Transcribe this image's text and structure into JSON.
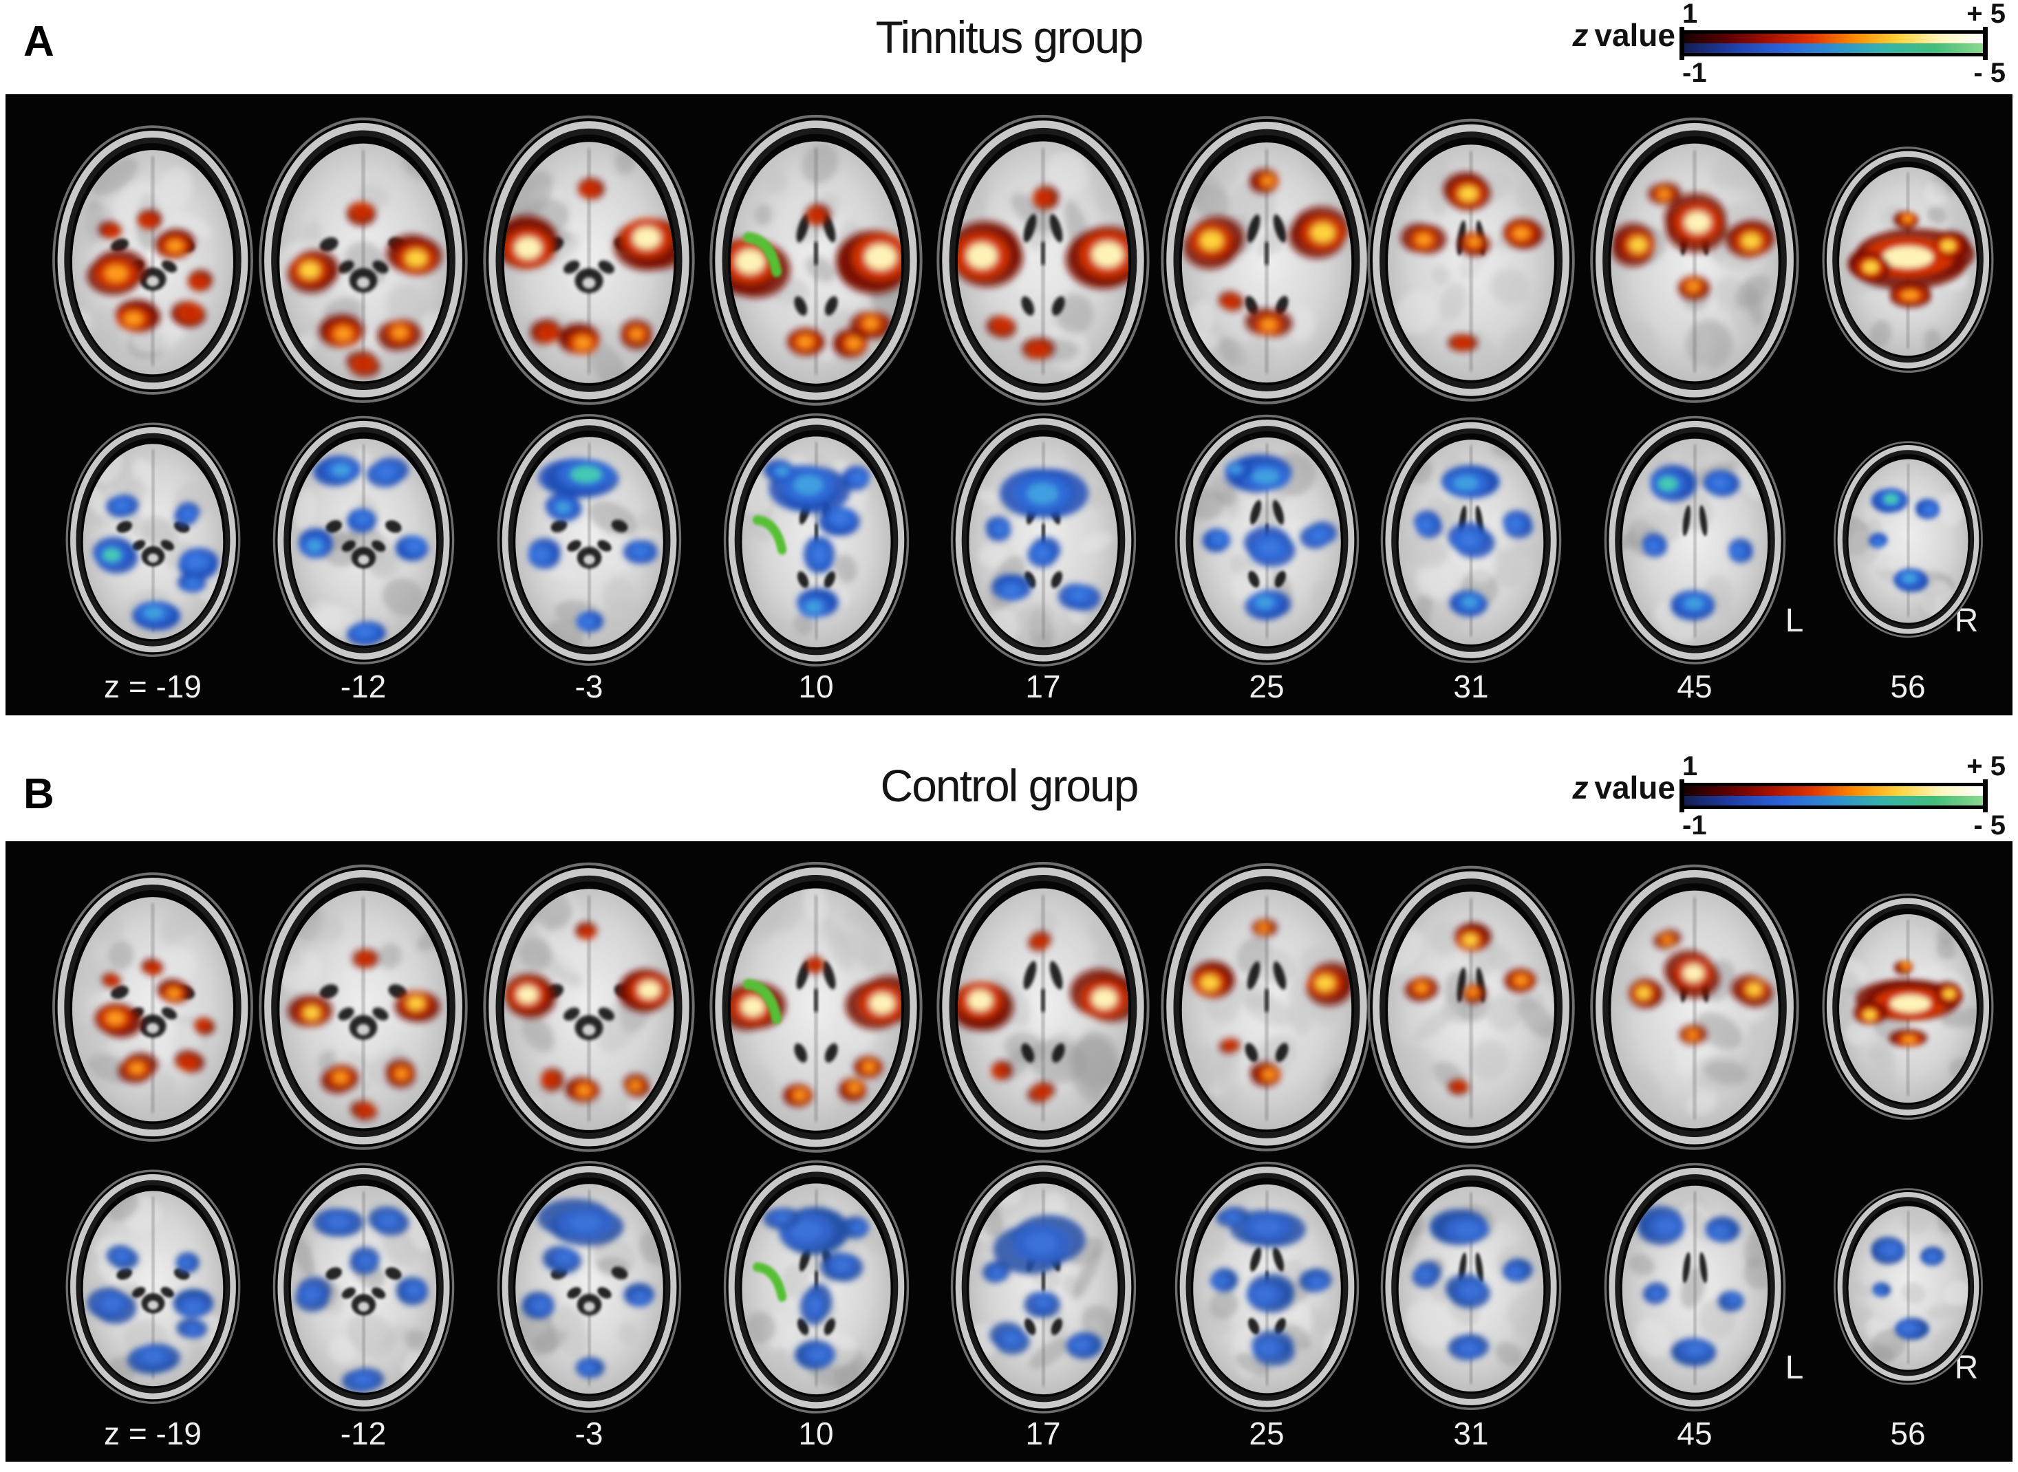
{
  "panels": [
    {
      "label": "A",
      "title": "Tinnitus group"
    },
    {
      "label": "B",
      "title": "Control group"
    }
  ],
  "colorbar": {
    "label_symbol": "z",
    "label_word": "value",
    "top_left": "1",
    "top_right": "+ 5",
    "bottom_left": "-1",
    "bottom_right": "- 5"
  },
  "slice_labels": [
    "z = -19",
    "-12",
    "-3",
    "10",
    "17",
    "25",
    "31",
    "45",
    "56"
  ],
  "orientation": {
    "left": "L",
    "right": "R"
  },
  "green_marker": {
    "on_slice_label": "10",
    "color": "#56bf35"
  },
  "rows": [
    "hot-overlay",
    "cool-overlay"
  ],
  "colors": {
    "page_background": "#ffffff",
    "panel_background": "#040404",
    "slice_label_text": "#f0f0f0",
    "title_text": "#141414",
    "hot_scale": [
      "#150000",
      "#5a0000",
      "#a31000",
      "#e03500",
      "#ff8c00",
      "#ffd23d",
      "#fdf6c0",
      "#ffffff"
    ],
    "cool_scale": [
      "#141c4e",
      "#1f3fa8",
      "#2b64d9",
      "#2f8ed0",
      "#35b4ab",
      "#43bd7a",
      "#8fd98f"
    ],
    "hot_core": "#fff3b8",
    "hot_mid": "#d63600",
    "hot_edge": "#7a0c00",
    "cool_core_teal": "#45c9b4",
    "cool_mid": "#2e6ad9",
    "cool_edge": "#1d4db8",
    "cool_flat": "#3a72d8",
    "roi_green": "#56bf35"
  }
}
